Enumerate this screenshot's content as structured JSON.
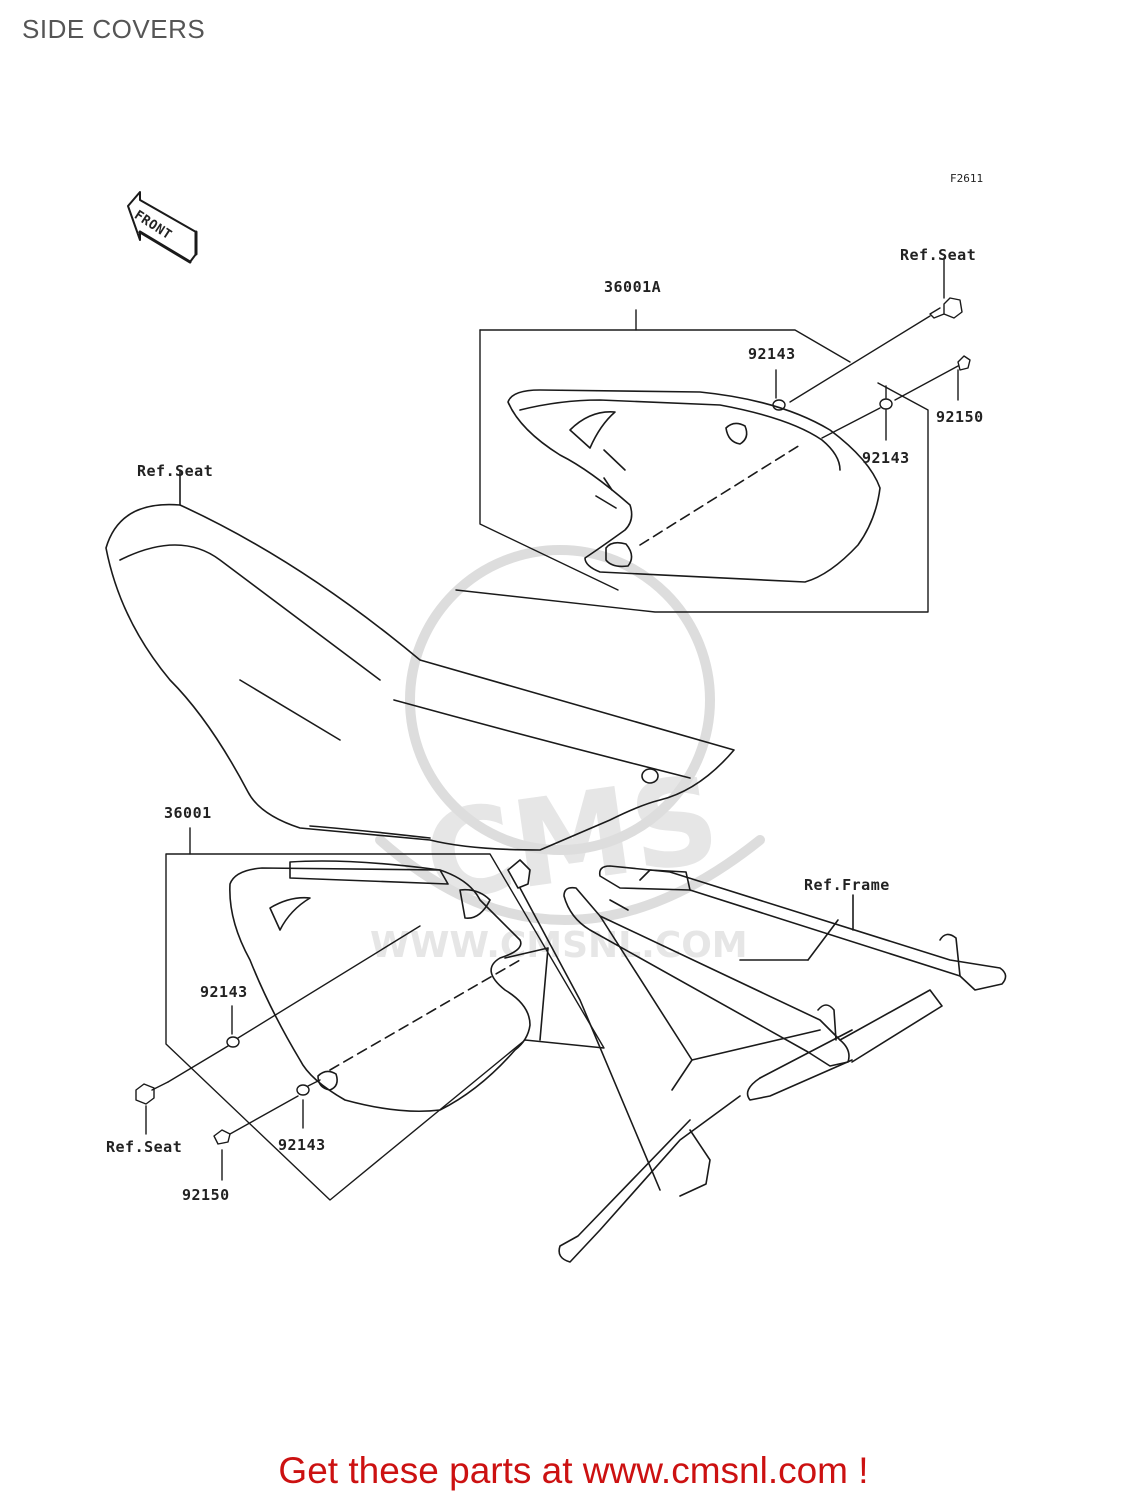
{
  "page": {
    "title": "SIDE COVERS",
    "figure_code": "F2611"
  },
  "watermark": {
    "brand": "CMS",
    "url": "WWW.CMSNL.COM"
  },
  "direction_badge": "FRONT",
  "callouts": {
    "ref_seat_top_right": "Ref.Seat",
    "part_36001A": "36001A",
    "part_92143_upper": "92143",
    "part_92150_upper": "92150",
    "part_92143_upper_right": "92143",
    "ref_seat_left": "Ref.Seat",
    "part_36001": "36001",
    "ref_frame": "Ref.Frame",
    "part_92143_lower_left": "92143",
    "ref_seat_bottom": "Ref.Seat",
    "part_92143_lower": "92143",
    "part_92150_lower": "92150"
  },
  "footer": {
    "cta": "Get these parts at www.cmsnl.com !"
  }
}
